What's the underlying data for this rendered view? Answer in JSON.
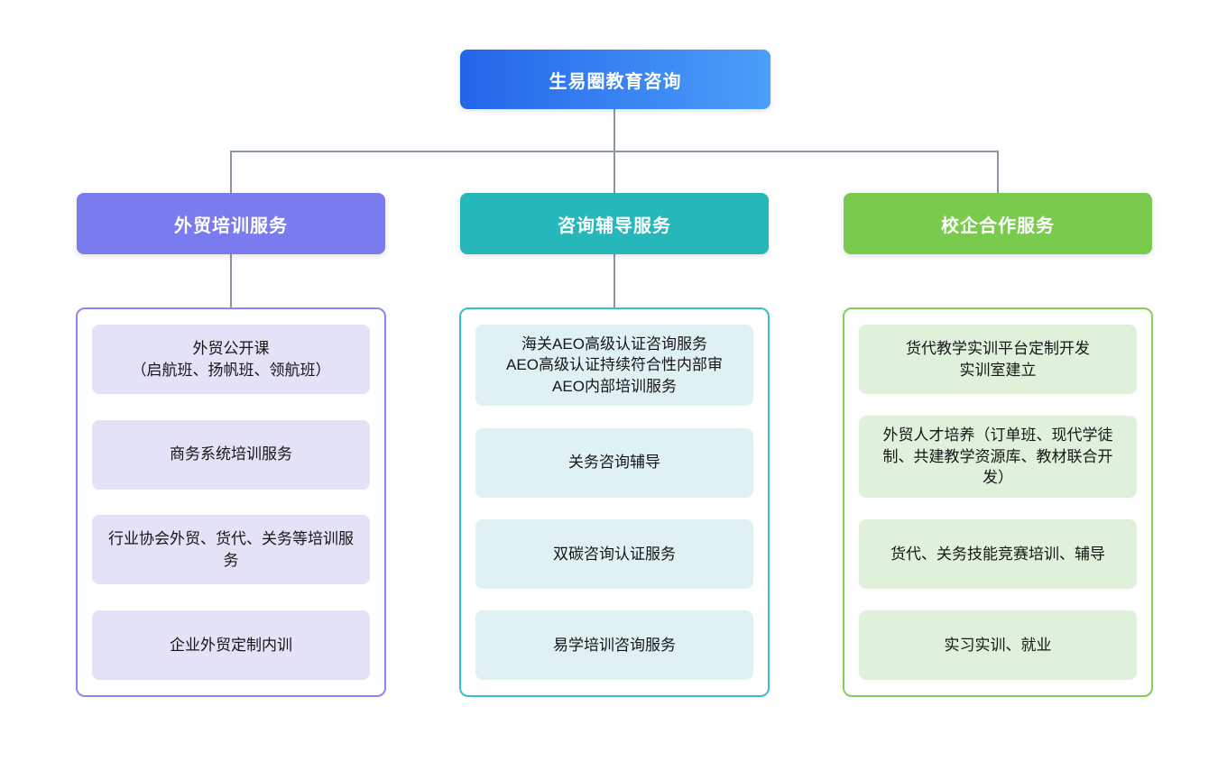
{
  "diagram": {
    "root": {
      "label": "生易圈教育咨询"
    },
    "branches": [
      {
        "label": "外贸培训服务",
        "header_color": "#7b7bf0",
        "border_color": "#8886f2",
        "item_bg": "#e4e2f7",
        "items": [
          {
            "text": "外贸公开课\n（启航班、扬帆班、领航班）"
          },
          {
            "text": "商务系统培训服务"
          },
          {
            "text": "行业协会外贸、货代、关务等培训服务"
          },
          {
            "text": "企业外贸定制内训"
          }
        ]
      },
      {
        "label": "咨询辅导服务",
        "header_color": "#26b7bb",
        "border_color": "#39bfc2",
        "item_bg": "#dff1f2",
        "items": [
          {
            "text": "海关AEO高级认证咨询服务\nAEO高级认证持续符合性内部审\nAEO内部培训服务"
          },
          {
            "text": "关务咨询辅导"
          },
          {
            "text": "双碳咨询认证服务"
          },
          {
            "text": "易学培训咨询服务"
          }
        ]
      },
      {
        "label": "校企合作服务",
        "header_color": "#7acb4d",
        "border_color": "#83ce58",
        "item_bg": "#dff1db",
        "items": [
          {
            "text": "货代教学实训平台定制开发\n实训室建立"
          },
          {
            "text": "外贸人才培养（订单班、现代学徒制、共建教学资源库、教材联合开发）"
          },
          {
            "text": "货代、关务技能竞赛培训、辅导"
          },
          {
            "text": "实习实训、就业"
          }
        ]
      }
    ],
    "colors": {
      "root_gradient_start": "#2365e9",
      "root_gradient_end": "#4c9ffa",
      "connector": "#8b95a1",
      "background": "#ffffff"
    }
  }
}
